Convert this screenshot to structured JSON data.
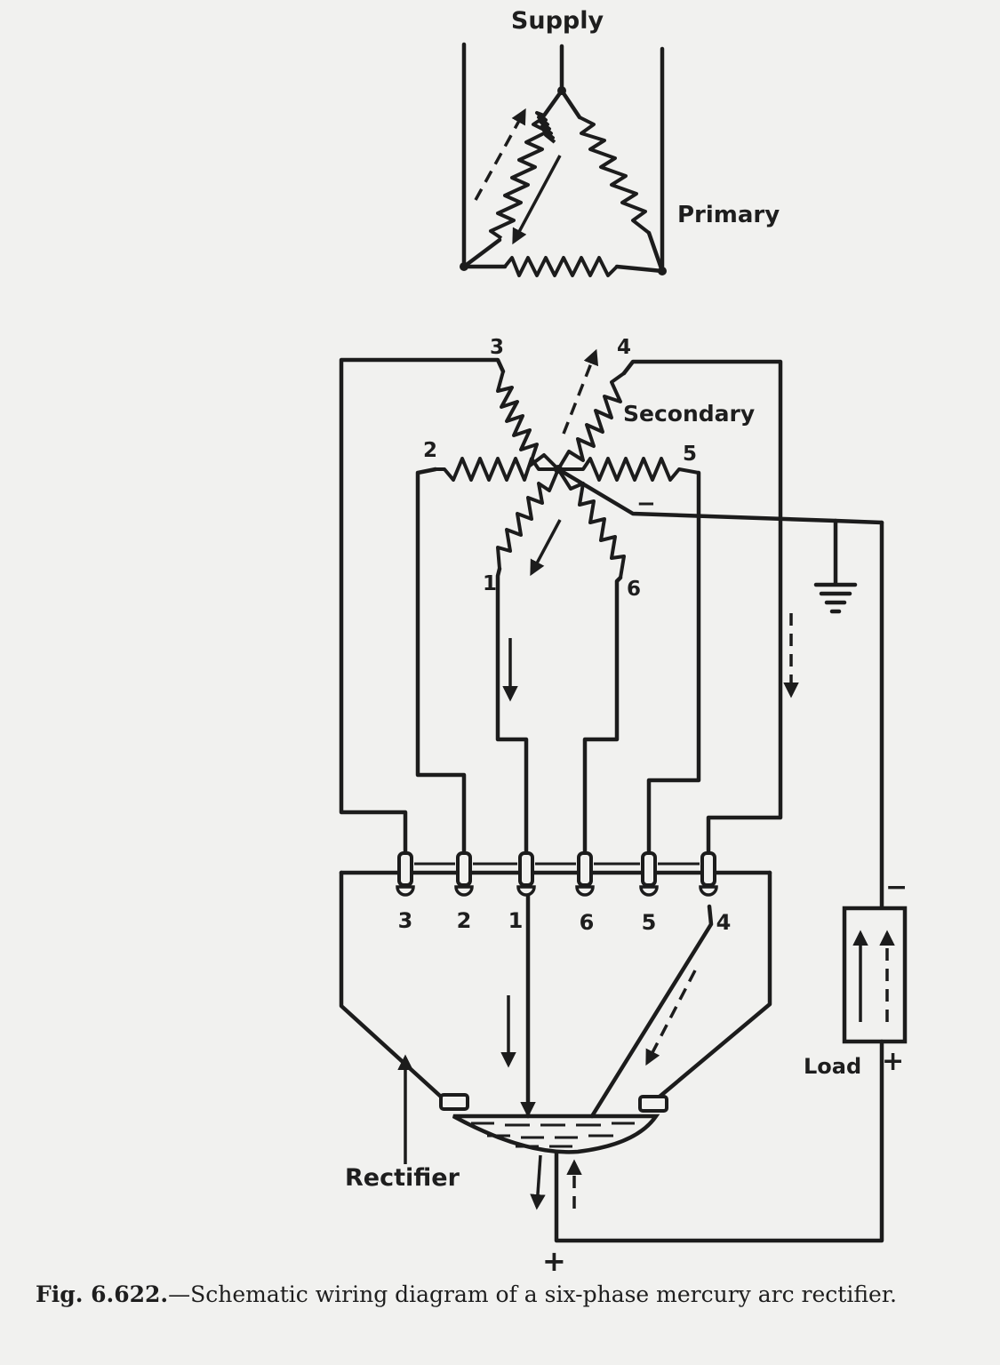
{
  "labels": {
    "supply": "Supply",
    "primary": "Primary",
    "secondary": "Secondary",
    "phase_1": "1",
    "phase_2": "2",
    "phase_3": "3",
    "phase_4": "4",
    "phase_5": "5",
    "phase_6": "6",
    "minus_secondary": "−",
    "anode_3": "3",
    "anode_2": "2",
    "anode_1": "1",
    "anode_6": "6",
    "anode_5": "5",
    "anode_4": "4",
    "load": "Load",
    "load_minus": "−",
    "load_plus": "+",
    "rectifier": "Rectifier",
    "cathode_plus": "+"
  },
  "caption": {
    "fig": "Fig. 6.622.",
    "text": "—Schematic wiring diagram of a six-phase mercury arc rectifier."
  }
}
